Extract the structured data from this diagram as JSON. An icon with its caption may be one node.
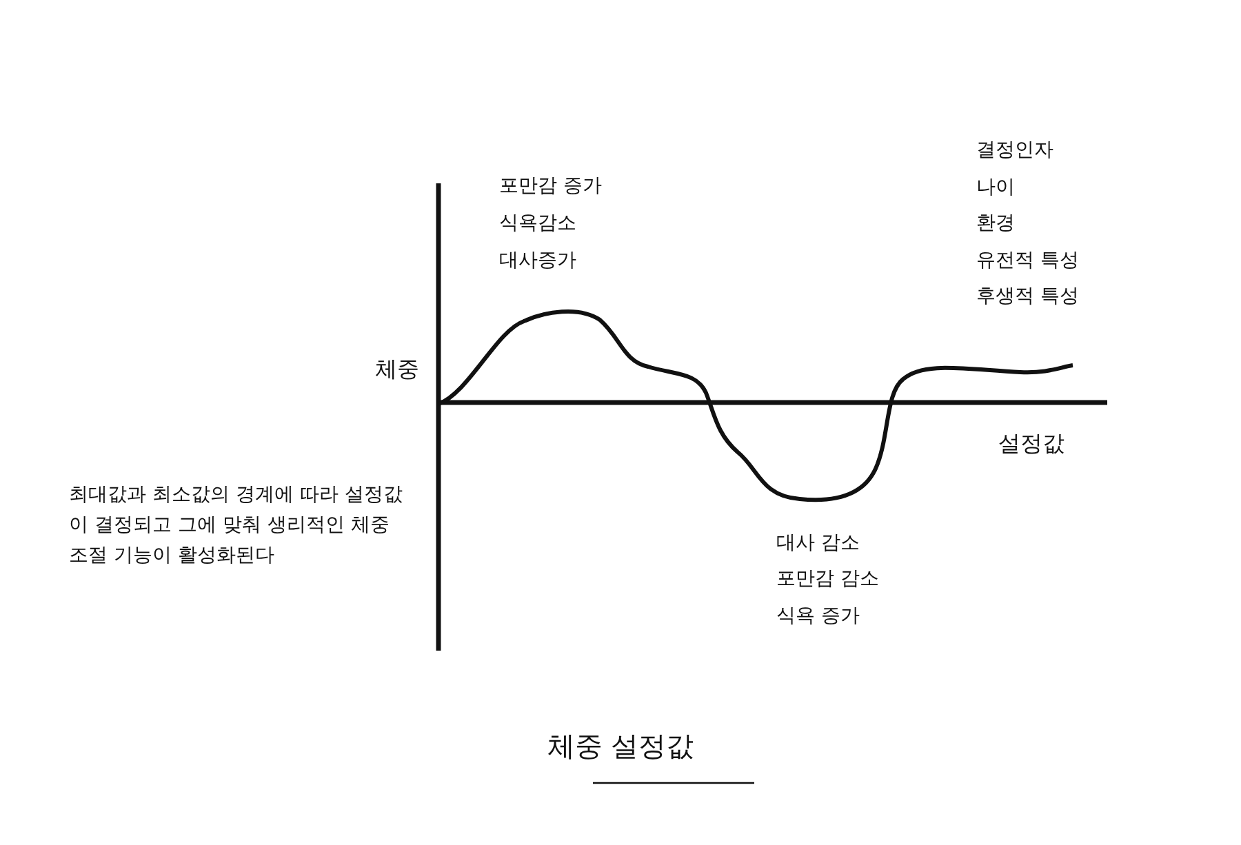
{
  "diagram": {
    "title": "체중 설정값",
    "labels": [
      "포만감 증가",
      "식욕감소",
      "대사증가",
      "결정인자",
      "나이",
      "환경",
      "유전적 특성",
      "후생적 특성",
      "체중",
      "설정값",
      "최대값과 최소값의 경계에 따라 설정값이 결정되고 그에 맞춰 생리적인 체중 조절 기능이 활성화된다",
      "대사 감소",
      "포만감 감소",
      "식욕 증가"
    ]
  }
}
